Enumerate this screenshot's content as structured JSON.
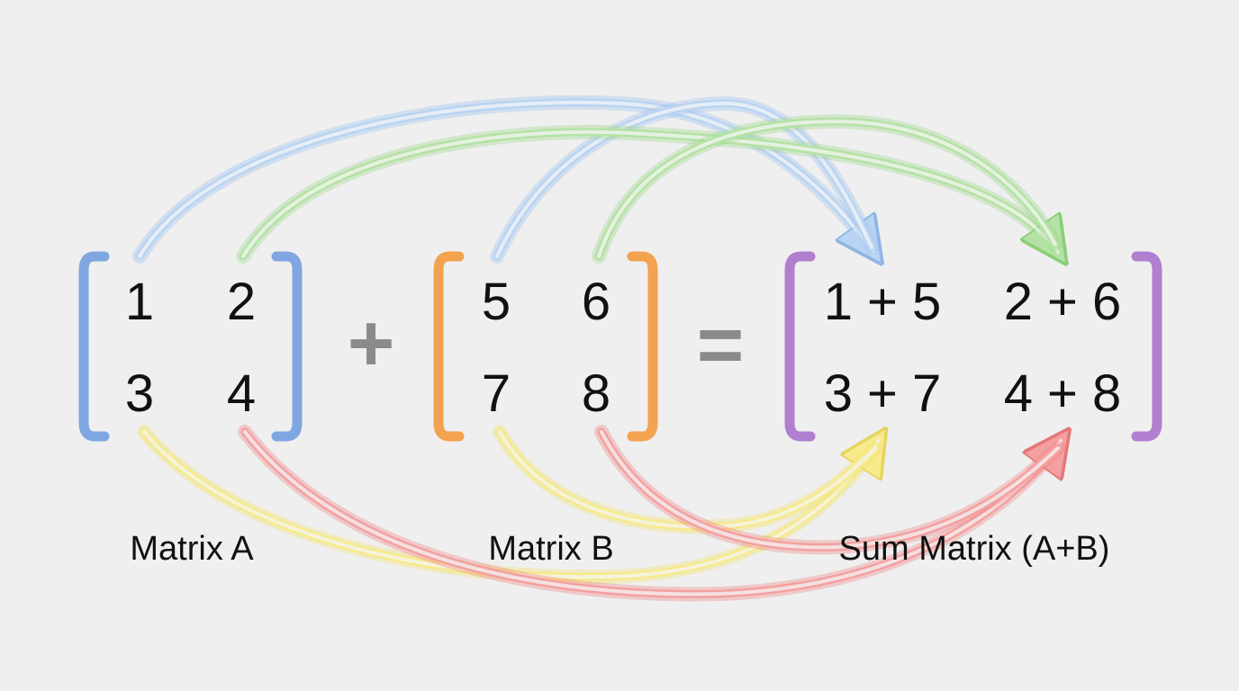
{
  "matrix_a": {
    "label": "Matrix A",
    "cells": [
      "1",
      "2",
      "3",
      "4"
    ],
    "color": "#7fa6e0"
  },
  "matrix_b": {
    "label": "Matrix B",
    "cells": [
      "5",
      "6",
      "7",
      "8"
    ],
    "color": "#f3a24f"
  },
  "matrix_sum": {
    "label": "Sum Matrix (A+B)",
    "cells": [
      "1 + 5",
      "2 + 6",
      "3 + 7",
      "4 + 8"
    ],
    "color": "#b07fd0"
  },
  "operators": {
    "plus": "+",
    "equals": "="
  },
  "arrow_colors": {
    "top_left": "#b8d4f2",
    "top_right": "#b4e2a4",
    "bottom_left": "#f6ea8c",
    "bottom_right": "#f4a0a0"
  }
}
